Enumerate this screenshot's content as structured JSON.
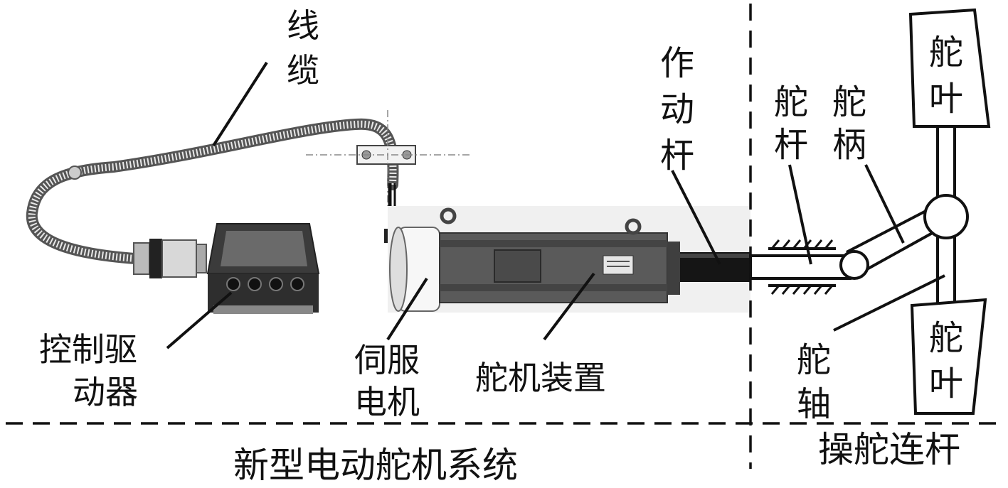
{
  "labels": {
    "cable_l1": "线",
    "cable_l2": "缆",
    "controller_l1": "控制驱",
    "controller_l2": "动器",
    "servo_l1": "伺服",
    "servo_l2": "电机",
    "steering_gear": "舵机装置",
    "actuator_rod_1": "作",
    "actuator_rod_2": "动",
    "actuator_rod_3": "杆",
    "rudder_rod_1": "舵",
    "rudder_rod_2": "杆",
    "tiller_1": "舵",
    "tiller_2": "柄",
    "rudder_blade_top_1": "舵",
    "rudder_blade_top_2": "叶",
    "rudder_blade_bottom_1": "舵",
    "rudder_blade_bottom_2": "叶",
    "rudder_shaft_1": "舵",
    "rudder_shaft_2": "轴",
    "system_title": "新型电动舵机系统",
    "linkage_title": "操舵连杆"
  }
}
